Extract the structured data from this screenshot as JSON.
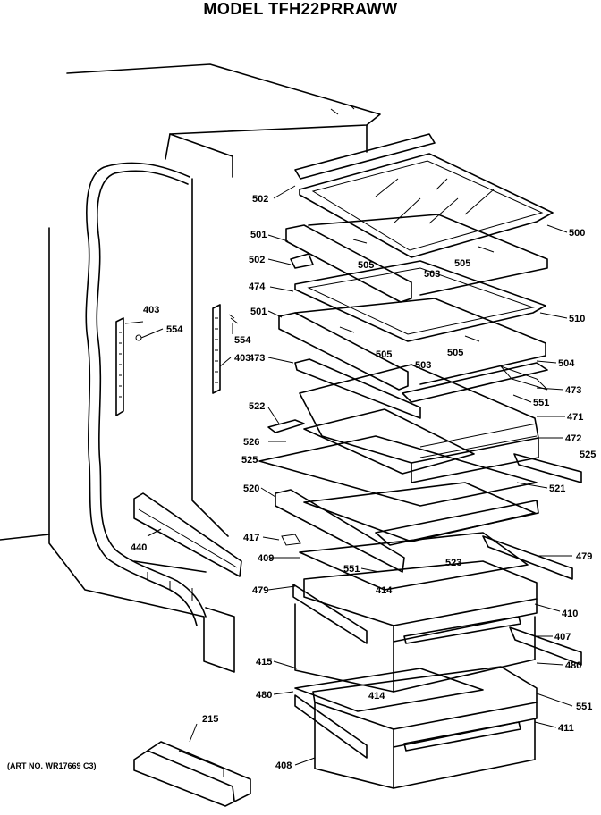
{
  "title": "MODEL TFH22PRRAWW",
  "art_number": "(ART NO. WR17669 C3)",
  "callouts": {
    "c500": "500",
    "c501a": "501",
    "c502a": "502",
    "c505a": "505",
    "c503a": "503",
    "c505b": "505",
    "c502b": "502",
    "c474": "474",
    "c510": "510",
    "c501b": "501",
    "c505c": "505",
    "c505d": "505",
    "c503b": "503",
    "c504": "504",
    "c473a": "473",
    "c473b": "473",
    "c551a": "551",
    "c522": "522",
    "c471": "471",
    "c526": "526",
    "c472": "472",
    "c525a": "525",
    "c525b": "525",
    "c521": "521",
    "c520": "520",
    "c417": "417",
    "c409": "409",
    "c551b": "551",
    "c523": "523",
    "c479a": "479",
    "c479b": "479",
    "c414a": "414",
    "c410": "410",
    "c407": "407",
    "c415": "415",
    "c480a": "480",
    "c480b": "480",
    "c414b": "414",
    "c551c": "551",
    "c408": "408",
    "c411": "411",
    "c215": "215",
    "c440": "440",
    "c403a": "403",
    "c554a": "554",
    "c554b": "554",
    "c403b": "403"
  }
}
